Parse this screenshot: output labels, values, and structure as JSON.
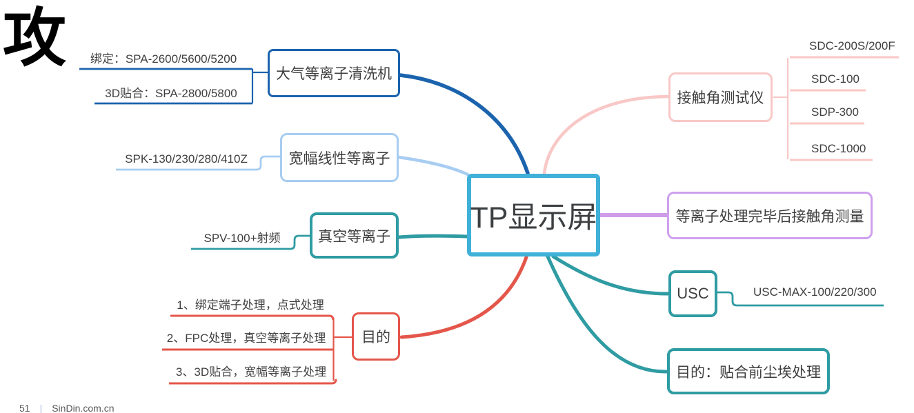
{
  "watermark": "攻",
  "central": {
    "label": "TP显示屏"
  },
  "branches": {
    "atmospheric": {
      "label": "大气等离子清洗机",
      "children": [
        {
          "label": "绑定：SPA-2600/5600/5200"
        },
        {
          "label": "3D贴合：SPA-2800/5800"
        }
      ]
    },
    "wide_linear": {
      "label": "宽幅线性等离子",
      "children": [
        {
          "label": "SPK-130/230/280/410Z"
        }
      ]
    },
    "vacuum": {
      "label": "真空等离子",
      "children": [
        {
          "label": "SPV-100+射频"
        }
      ]
    },
    "purpose_left": {
      "label": "目的",
      "children": [
        {
          "label": "1、绑定端子处理，点式处理"
        },
        {
          "label": "2、FPC处理，真空等离子处理"
        },
        {
          "label": "3、3D贴合，宽幅等离子处理"
        }
      ]
    },
    "contact_angle": {
      "label": "接触角测试仪",
      "children": [
        {
          "label": "SDC-200S/200F"
        },
        {
          "label": "SDC-100"
        },
        {
          "label": "SDP-300"
        },
        {
          "label": "SDC-1000"
        }
      ]
    },
    "measurement": {
      "label": "等离子处理完毕后接触角测量"
    },
    "usc": {
      "label": "USC",
      "children": [
        {
          "label": "USC-MAX-100/220/300"
        }
      ]
    },
    "purpose_right": {
      "label": "目的：贴合前尘埃处理"
    }
  },
  "footer": {
    "page_number": "51",
    "separator": "|",
    "site": "SinDin.com.cn"
  },
  "colors": {
    "central_border": "#3fb0d8",
    "branch_dark_blue": "#1b63ad",
    "branch_light_blue": "#a8cdf2",
    "branch_teal": "#2f9ba2",
    "branch_red": "#e4564a",
    "branch_pink": "#f8c8c6",
    "branch_purple": "#cf9ce9",
    "text": "#3f3f3f"
  }
}
